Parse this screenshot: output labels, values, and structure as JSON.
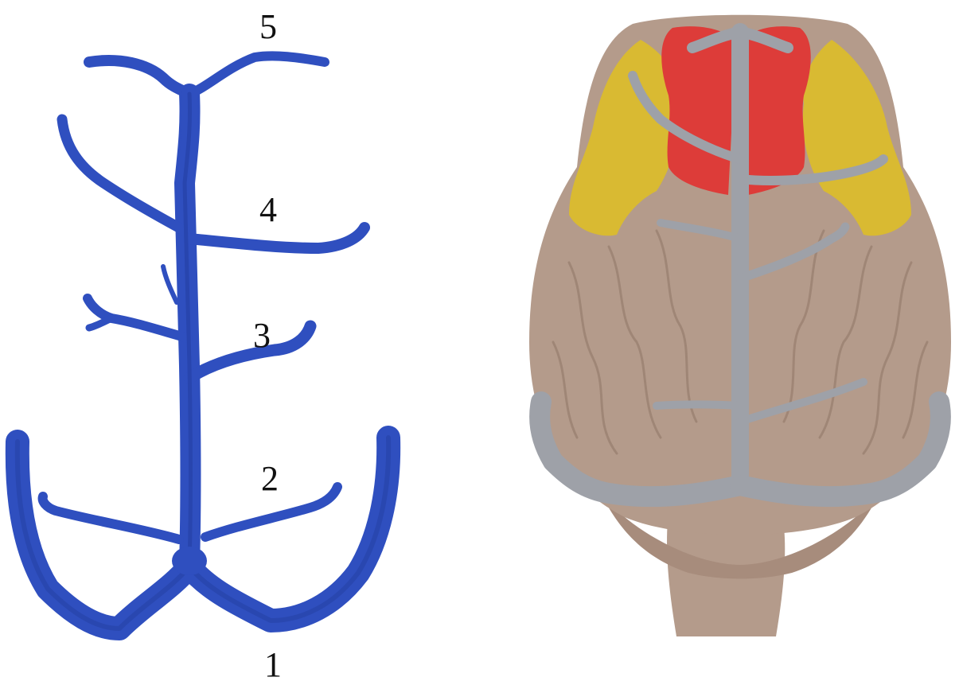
{
  "labels": {
    "one": "1",
    "two": "2",
    "three": "3",
    "four": "4",
    "five": "5"
  },
  "colors": {
    "vein_blue": "#2f4fbf",
    "vein_blue_dark": "#1d358f",
    "vein_gray": "#9ea1a8",
    "brain_tan": "#b49b8b",
    "brain_tan_dark": "#8f7566",
    "region_red": "#dd3c39",
    "region_yellow": "#d9ba32",
    "background": "#ffffff"
  },
  "icons": {
    "left_panel": "venous-sinus-model",
    "right_panel": "brain-dorsal-view"
  }
}
